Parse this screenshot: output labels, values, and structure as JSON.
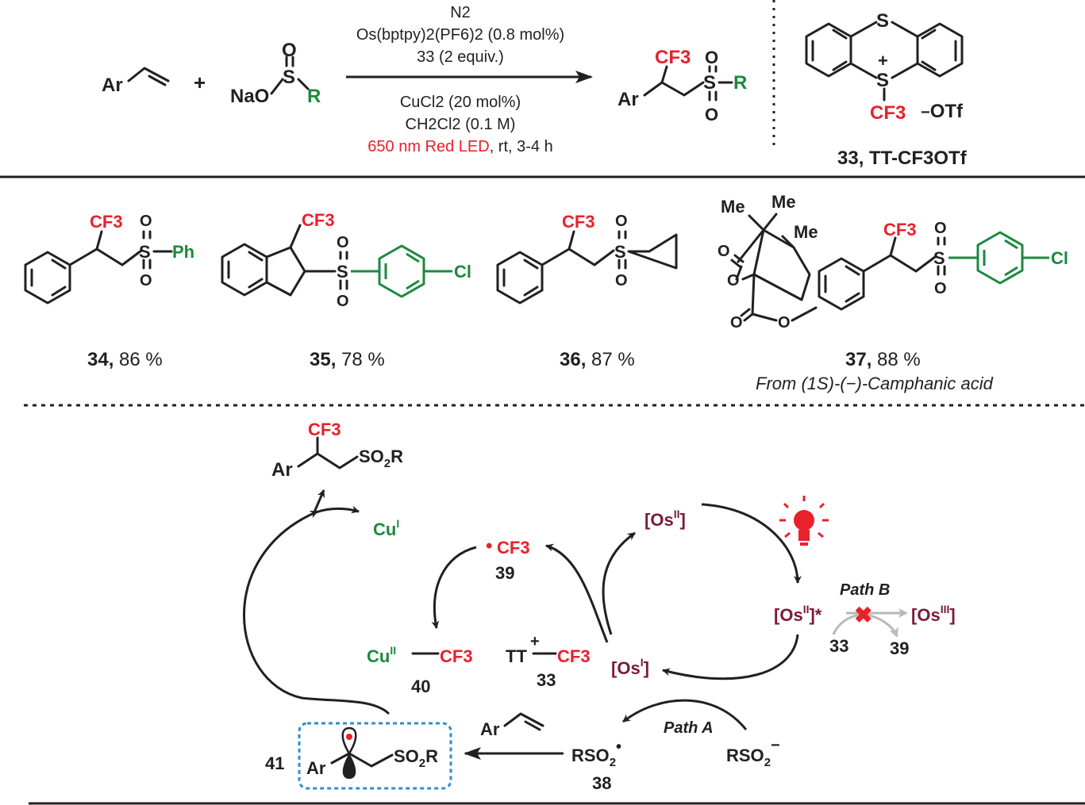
{
  "colors": {
    "red": "#e8212b",
    "green": "#1b8a3e",
    "osmium": "#7a1a3c",
    "black": "#231f20",
    "blue_box": "#2f8ecb"
  },
  "scheme": {
    "conditions_above": [
      "N2",
      "Os(bptpy)2(PF6)2 (0.8 mol%)",
      "33 (2 equiv.)"
    ],
    "conditions_below": [
      "CuCl2 (20 mol%)",
      "CH2Cl2 (0.1 M)"
    ],
    "light": "650 nm Red LED",
    "light_rest": ", rt, 3-4 h",
    "ar": "Ar",
    "plus": "+",
    "nao": "NaO",
    "r": "R",
    "s": "S",
    "o": "O",
    "cf3": "CF3",
    "reagent_label_num": "33,",
    "reagent_label_text": "TT-CF3OTf",
    "otf": "OTf"
  },
  "products": [
    {
      "num": "34,",
      "yield": "86 %",
      "group": "Ph"
    },
    {
      "num": "35,",
      "yield": "78 %",
      "group": "Cl"
    },
    {
      "num": "36,",
      "yield": "87 %"
    },
    {
      "num": "37,",
      "yield": "88 %",
      "group": "Cl",
      "note": "From (1S)-(−)-Camphanic acid",
      "me": "Me"
    }
  ],
  "mechanism": {
    "product": "SO2R",
    "cu1": "Cu",
    "cu2": "Cu",
    "cf3_radical_num": "39",
    "cucf3_num": "40",
    "tt": "TT",
    "tt_num": "33",
    "os2": "[Os",
    "os2_star": "]*",
    "os3": "[Os",
    "os1": "[Os",
    "path_a": "Path A",
    "path_b": "Path B",
    "pathb_33": "33",
    "pathb_39": "39",
    "rso2": "RSO",
    "rso2_radical_num": "38",
    "intermediate_num": "41"
  }
}
